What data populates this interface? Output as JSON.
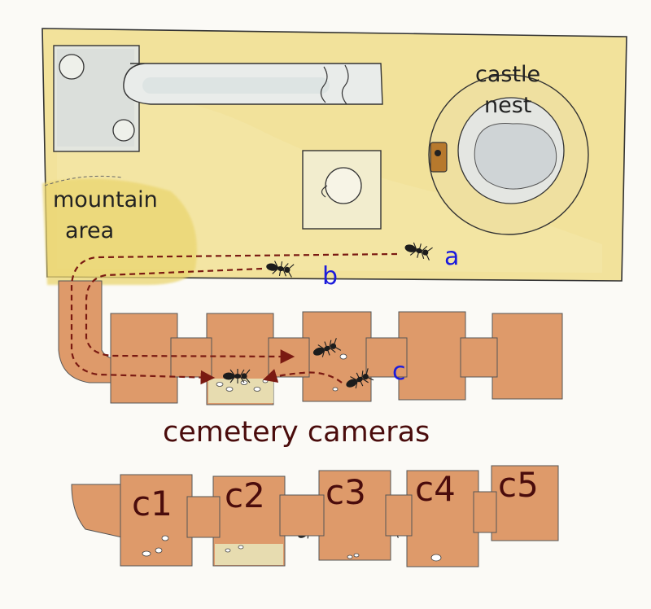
{
  "diagram": {
    "labels": {
      "castle_nest_line1": "castle",
      "castle_nest_line2": "nest",
      "mountain_area_line1": "mountain",
      "mountain_area_line2": "area",
      "path_a": "a",
      "path_b": "b",
      "path_c": "c",
      "cemetery_title": "cemetery cameras"
    },
    "cameras": [
      "c1",
      "c2",
      "c3",
      "c4",
      "c5"
    ],
    "colors": {
      "arena_yellow": "#f2e29b",
      "mountain_yellow": "#ead56f",
      "chamber_orange": "#de9a6a",
      "path_dark_red": "#7a1a12",
      "label_blue": "#1b1bdc",
      "camera_label": "#4a0c0c"
    }
  }
}
